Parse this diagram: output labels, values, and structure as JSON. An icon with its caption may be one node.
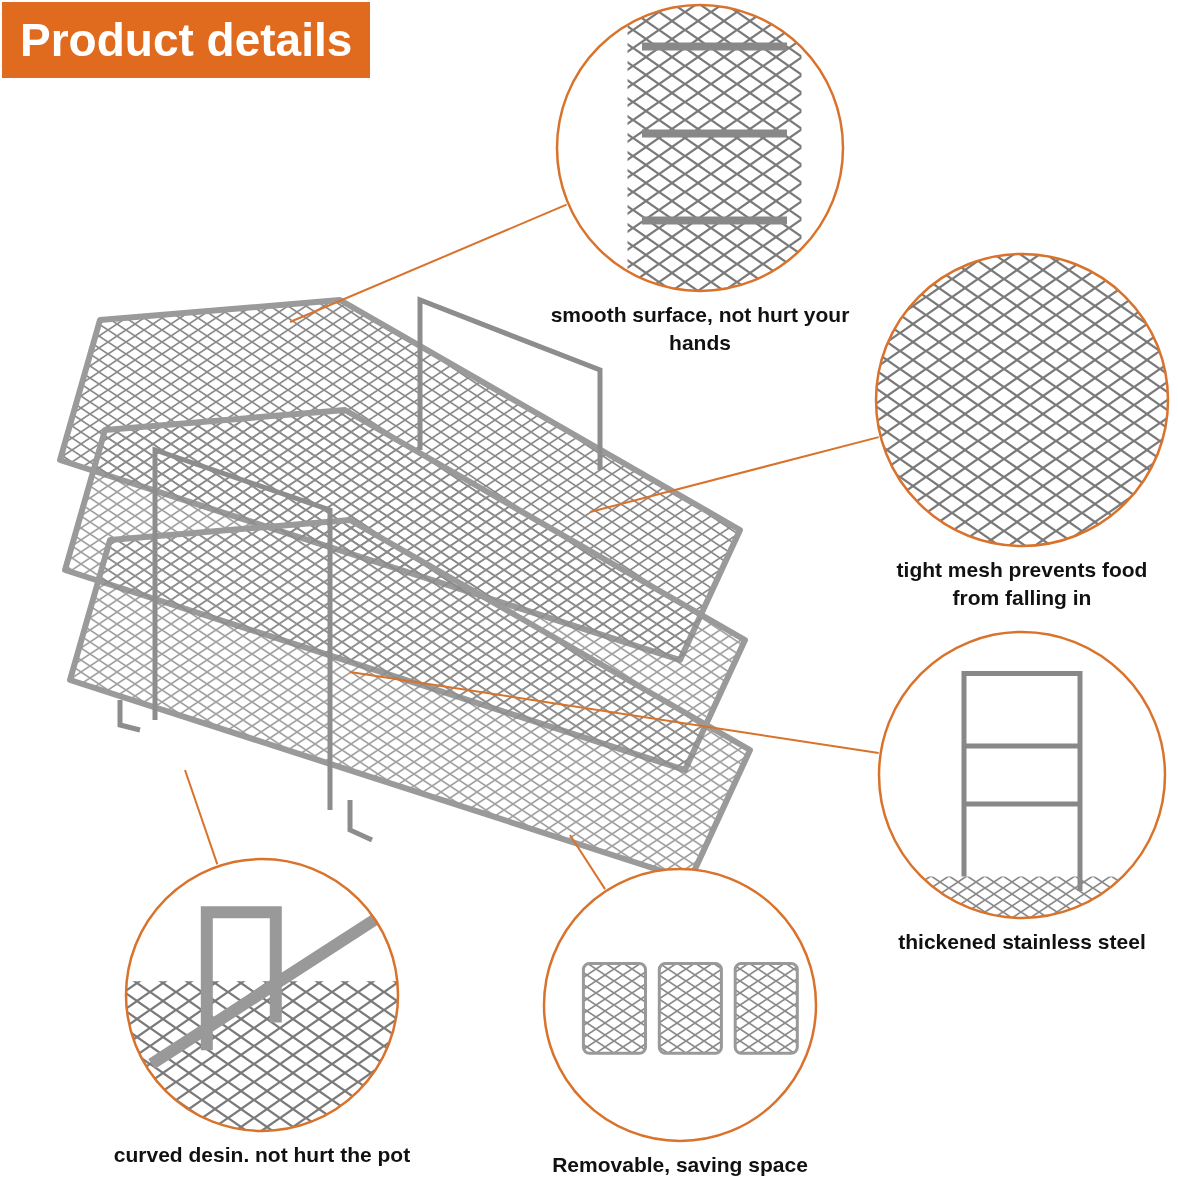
{
  "diagram": {
    "title": "Product details",
    "nodes": [
      {
        "text": [
          "smooth surface, not hurt your hands"
        ]
      },
      {
        "text": [
          "tight mesh prevents food from falling in"
        ]
      },
      {
        "text": [
          "thickened stainless steel"
        ]
      },
      {
        "text": [
          "curved desin. not hurt the pot"
        ]
      },
      {
        "text": [
          "Removable, saving space"
        ]
      }
    ],
    "edges": [
      {
        "from": 0,
        "to": null,
        "arrow": "none"
      },
      {
        "from": 1,
        "to": null,
        "arrow": "none"
      },
      {
        "from": 2,
        "to": null,
        "arrow": "none"
      },
      {
        "from": 3,
        "to": null,
        "arrow": "none"
      },
      {
        "from": 4,
        "to": null,
        "arrow": "none"
      }
    ]
  }
}
